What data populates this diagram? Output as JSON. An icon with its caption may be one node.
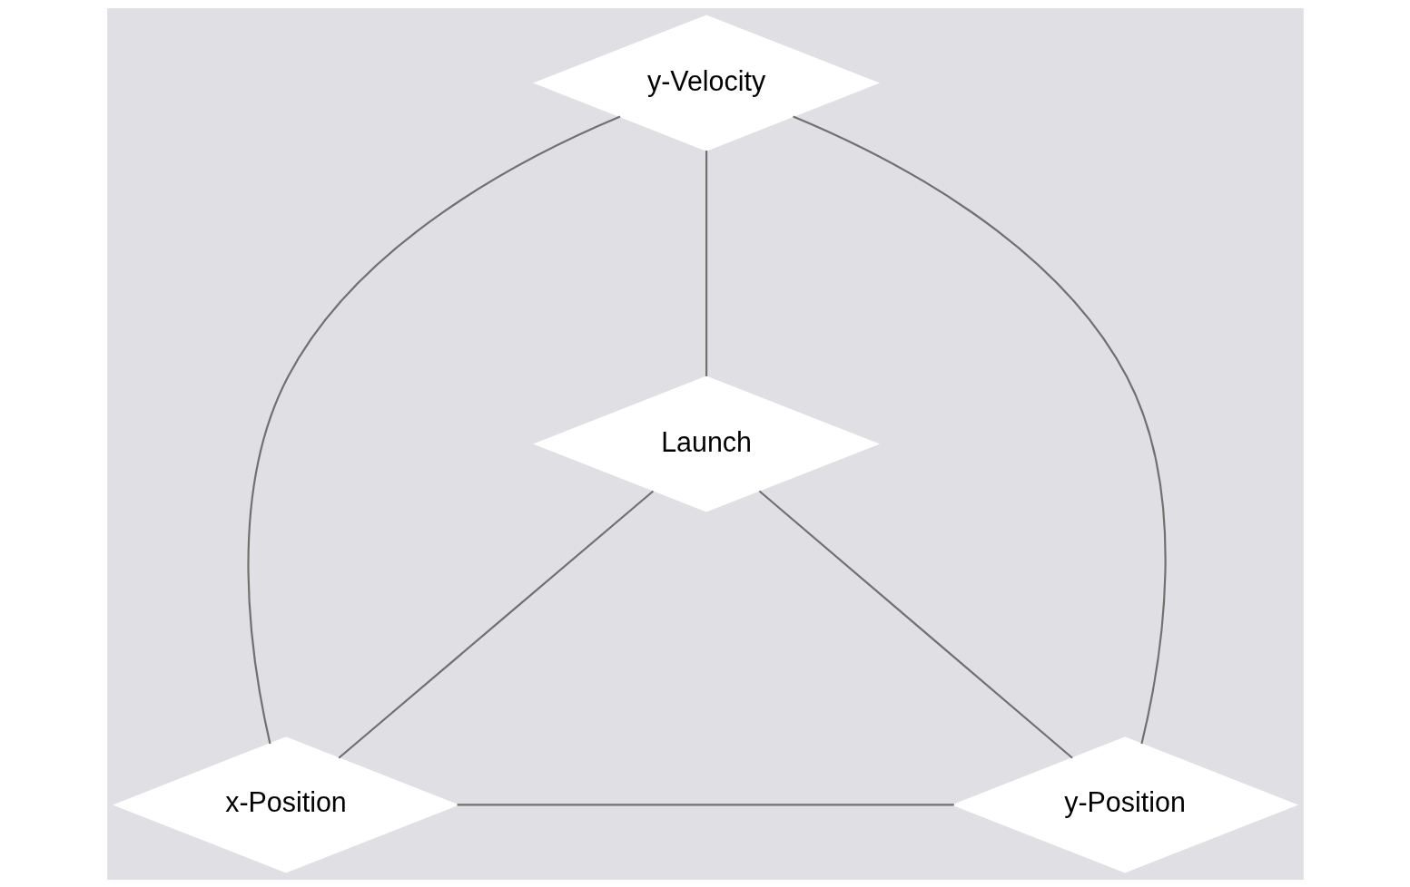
{
  "diagram": {
    "nodes": [
      {
        "text": [
          "y-Velocity"
        ]
      },
      {
        "text": [
          "Launch"
        ]
      },
      {
        "text": [
          "x-Position"
        ]
      },
      {
        "text": [
          "y-Position"
        ]
      }
    ],
    "edges": [
      {
        "from": 0,
        "to": 1,
        "arrow": "none"
      },
      {
        "from": 0,
        "to": 2,
        "arrow": "none"
      },
      {
        "from": 0,
        "to": 3,
        "arrow": "none"
      },
      {
        "from": 1,
        "to": 2,
        "arrow": "none"
      },
      {
        "from": 1,
        "to": 3,
        "arrow": "none"
      },
      {
        "from": 2,
        "to": 3,
        "arrow": "none"
      }
    ]
  }
}
